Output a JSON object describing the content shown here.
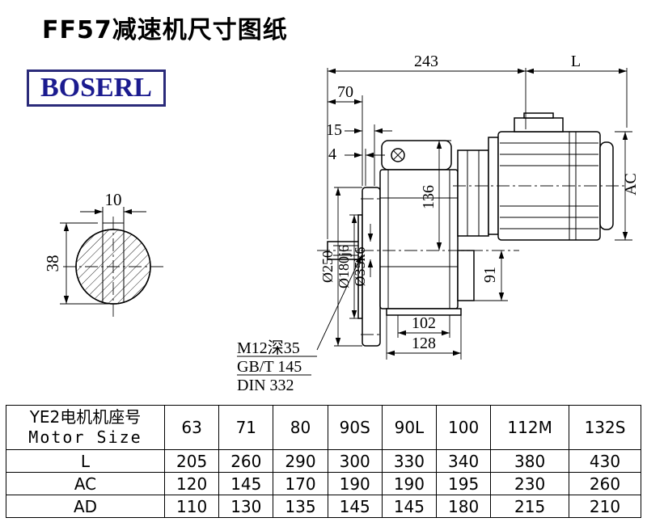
{
  "page": {
    "title": "FF57减速机尺寸图纸",
    "logo": "BOSERL"
  },
  "drawing": {
    "dim_243": "243",
    "dim_L": "L",
    "dim_70": "70",
    "dim_15": "15",
    "dim_4": "4",
    "dim_10": "10",
    "dim_38": "38",
    "dim_AC": "AC",
    "dim_136": "136",
    "dim_91": "91",
    "dim_102": "102",
    "dim_128": "128",
    "dia_flange": "Ø250",
    "dia_spigot": "Ø180j6",
    "dia_shaft": "Ø35k6",
    "tap_note": "M12深35",
    "std_gb": "GB/T 145",
    "std_din": "DIN 332"
  },
  "table": {
    "header_cn": "YE2电机机座号",
    "header_en": "Motor Size",
    "motor_sizes": [
      "63",
      "71",
      "80",
      "90S",
      "90L",
      "100",
      "112M",
      "132S"
    ],
    "rows": [
      {
        "label": "L",
        "values": [
          "205",
          "260",
          "290",
          "300",
          "330",
          "340",
          "380",
          "430"
        ]
      },
      {
        "label": "AC",
        "values": [
          "120",
          "145",
          "170",
          "190",
          "190",
          "195",
          "230",
          "260"
        ]
      },
      {
        "label": "AD",
        "values": [
          "110",
          "130",
          "135",
          "145",
          "145",
          "180",
          "215",
          "210"
        ]
      }
    ]
  }
}
